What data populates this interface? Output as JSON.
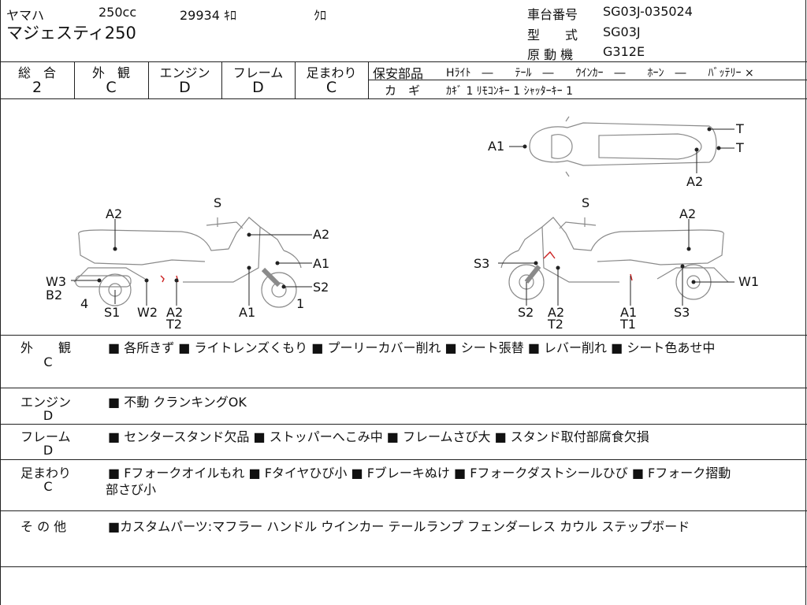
{
  "header": {
    "maker": "ヤマハ",
    "displacement": "250cc",
    "mileage": "29934 ｷﾛ",
    "color": "ｸﾛ",
    "model_name": "マジェスティ250",
    "chassis_label": "車台番号",
    "chassis_value": "SG03J-035024",
    "type_label": "型　　式",
    "type_value": "SG03J",
    "engine_label": "原 動 機",
    "engine_value": "G312E"
  },
  "ratings": [
    {
      "label": "総　合",
      "value": "2"
    },
    {
      "label": "外　観",
      "value": "C"
    },
    {
      "label": "エンジン",
      "value": "D"
    },
    {
      "label": "フレーム",
      "value": "D"
    },
    {
      "label": "足まわり",
      "value": "C"
    }
  ],
  "safety": {
    "label": "保安部品",
    "items": "Hﾗｲﾄ　―　　ﾃｰﾙ　―　　ｳｲﾝｶｰ　―　　ﾎｰﾝ　―　　ﾊﾞｯﾃﾘｰ ×",
    "key_label": "カ　ギ",
    "key_items": "ｶｷﾞ 1  ﾘﾓｺﾝｷｰ 1  ｼｬｯﾀｰｷｰ 1"
  },
  "diagram_labels": {
    "left": [
      "A2",
      "S",
      "A2",
      "A1",
      "S2",
      "W3",
      "B2",
      "4",
      "S1",
      "W2",
      "A2",
      "T2",
      "A1",
      "1"
    ],
    "right": [
      "S",
      "A2",
      "S3",
      "W1",
      "S2",
      "A2",
      "T2",
      "A1",
      "T1",
      "S3"
    ],
    "top": [
      "A1",
      "T",
      "T",
      "A2"
    ]
  },
  "sections": [
    {
      "label": "外　　観",
      "grade": "C",
      "text": "■ 各所きず  ■ ライトレンズくもり  ■ プーリーカバー削れ  ■ シート張替  ■ レバー削れ  ■ シート色あせ中"
    },
    {
      "label": "エンジン",
      "grade": "D",
      "text": "■ 不動 クランキングOK"
    },
    {
      "label": "フレーム",
      "grade": "D",
      "text": "■ センタースタンド欠品  ■ ストッパーへこみ中  ■ フレームさび大  ■ スタンド取付部腐食欠損"
    },
    {
      "label": "足まわり",
      "grade": "C",
      "text": "■ Fフォークオイルもれ  ■ Fタイヤひび小  ■ Fブレーキぬけ  ■ Fフォークダストシールひび  ■ Fフォーク摺動",
      "text2": "部さび小"
    },
    {
      "label": "そ の 他",
      "grade": "",
      "text": "■カスタムパーツ:マフラー ハンドル ウインカー テールランプ フェンダーレス カウル ステップボード"
    }
  ],
  "colors": {
    "line": "#222222",
    "sketch": "#8a8a8a",
    "damage_mark": "#cc2222"
  }
}
